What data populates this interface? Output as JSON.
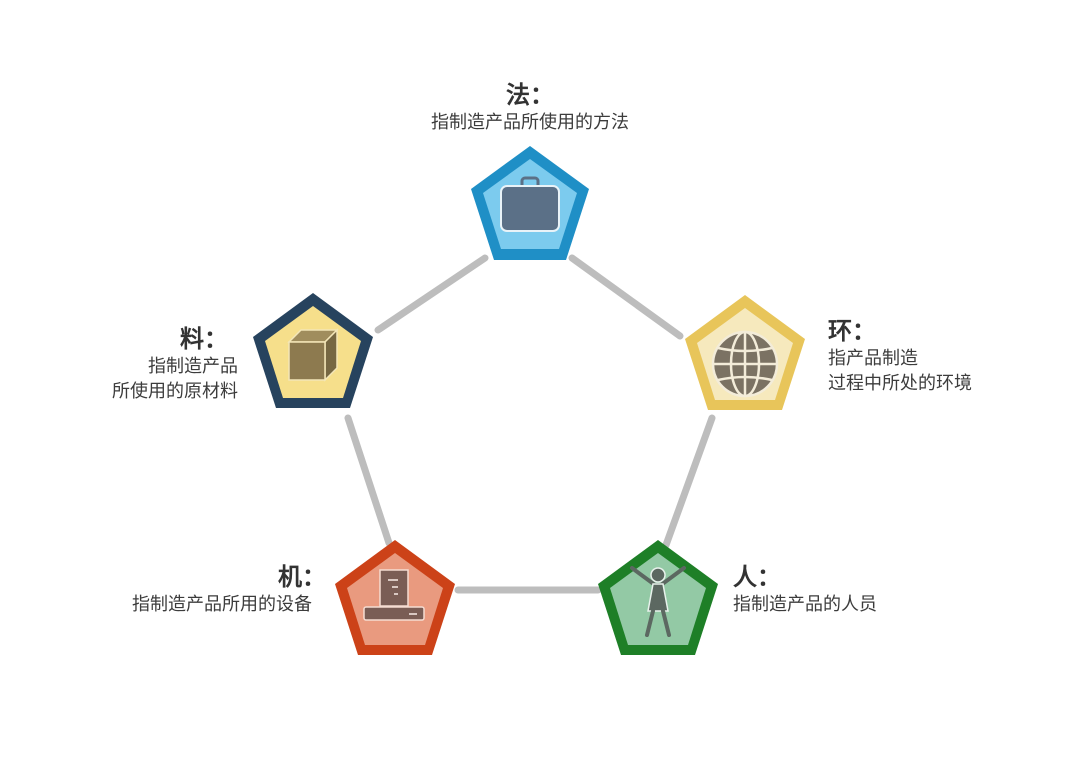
{
  "diagram": {
    "type": "pentagon-cycle",
    "nodes": [
      {
        "key": "method",
        "title": "法：",
        "desc_lines": [
          "指制造产品所使用的方法"
        ],
        "icon": "briefcase-icon",
        "border": "#1f8fc6",
        "fill": "#7ccbee",
        "icon_color": "#5b7087"
      },
      {
        "key": "material",
        "title": "料：",
        "desc_lines": [
          "指制造产品",
          "所使用的原材料"
        ],
        "icon": "box-icon",
        "border": "#27435e",
        "fill": "#f6df8b",
        "icon_color": "#8d7a4f"
      },
      {
        "key": "environment",
        "title": "环：",
        "desc_lines": [
          "指产品制造",
          "过程中所处的环境"
        ],
        "icon": "globe-icon",
        "border": "#e8c55a",
        "fill": "#f6e3a3",
        "icon_color": "#7b7263"
      },
      {
        "key": "machine",
        "title": "机：",
        "desc_lines": [
          "指制造产品所用的设备"
        ],
        "icon": "computer-icon",
        "border": "#cc4218",
        "fill": "#e99a7f",
        "icon_color": "#7a5d55"
      },
      {
        "key": "man",
        "title": "人：",
        "desc_lines": [
          "指制造产品的人员"
        ],
        "icon": "person-icon",
        "border": "#1e7f27",
        "fill": "#93c9a5",
        "icon_color": "#5c6861"
      }
    ],
    "connector_color": "#bdbdbd"
  }
}
